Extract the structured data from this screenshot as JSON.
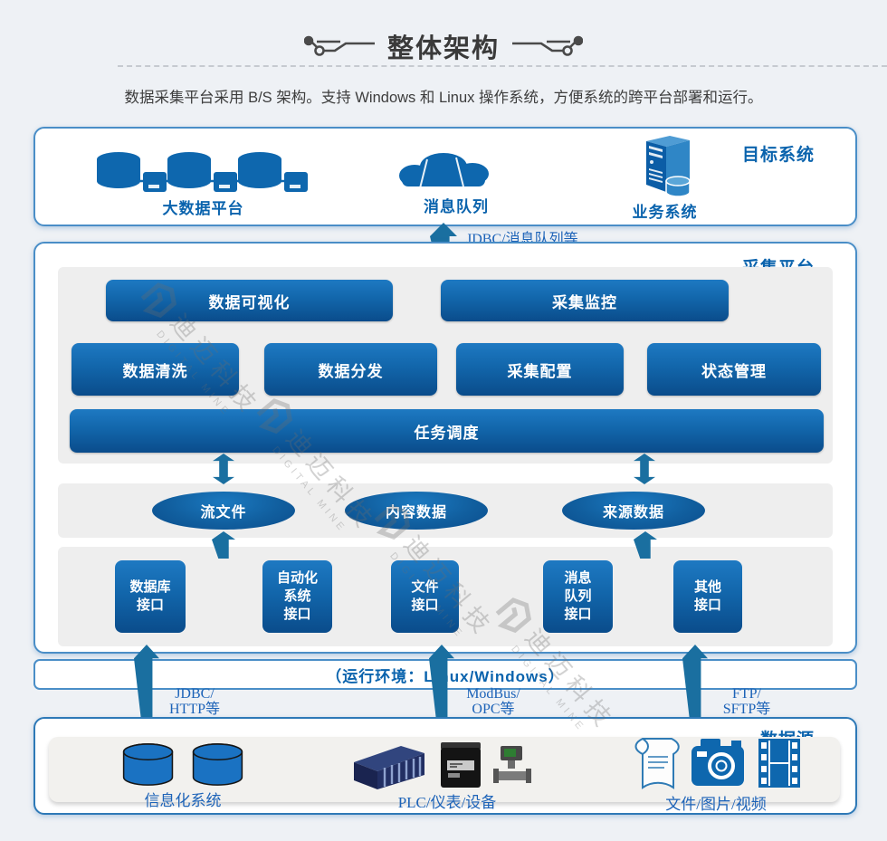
{
  "page": {
    "title": "整体架构",
    "subtitle": "数据采集平台采用 B/S 架构。支持 Windows 和 Linux 操作系统，方便系统的跨平台部署和运行。",
    "watermark_cn": "迪迈科技",
    "watermark_en": "DIGITAL MINE"
  },
  "target_system": {
    "section_label": "目标系统",
    "big_data_label": "大数据平台",
    "mq_label": "消息队列",
    "business_label": "业务系统"
  },
  "links": {
    "top_arrow_label": "JDBC/消息队列等",
    "protocols": [
      {
        "line1": "JDBC/",
        "line2": "HTTP等"
      },
      {
        "line1": "ModBus/",
        "line2": "OPC等"
      },
      {
        "line1": "FTP/",
        "line2": "SFTP等"
      }
    ]
  },
  "platform": {
    "section_label": "采集平台",
    "row1": [
      "数据可视化",
      "采集监控"
    ],
    "row2": [
      "数据清洗",
      "数据分发",
      "采集配置",
      "状态管理"
    ],
    "scheduler": "任务调度",
    "stores": [
      "流文件",
      "内容数据",
      "来源数据"
    ],
    "interfaces": [
      "数据库\n接口",
      "自动化\n系统\n接口",
      "文件\n接口",
      "消息\n队列\n接口",
      "其他\n接口"
    ],
    "env_label": "（运行环境：Linux/Windows）"
  },
  "data_source": {
    "section_label": "数据源",
    "info_label": "信息化系统",
    "plc_label": "PLC/仪表/设备",
    "file_label": "文件/图片/视频"
  },
  "colors": {
    "accent_blue": "#0a63ad",
    "button_gradient_top": "#1e79c2",
    "button_gradient_bottom": "#0a4c8b",
    "border_blue": "#4a8ec7",
    "arrow_blue": "#1a6fa0",
    "serif_label_blue": "#1d63b8",
    "panel_gray": "#eeeeee",
    "page_bg": "#eef1f5"
  }
}
